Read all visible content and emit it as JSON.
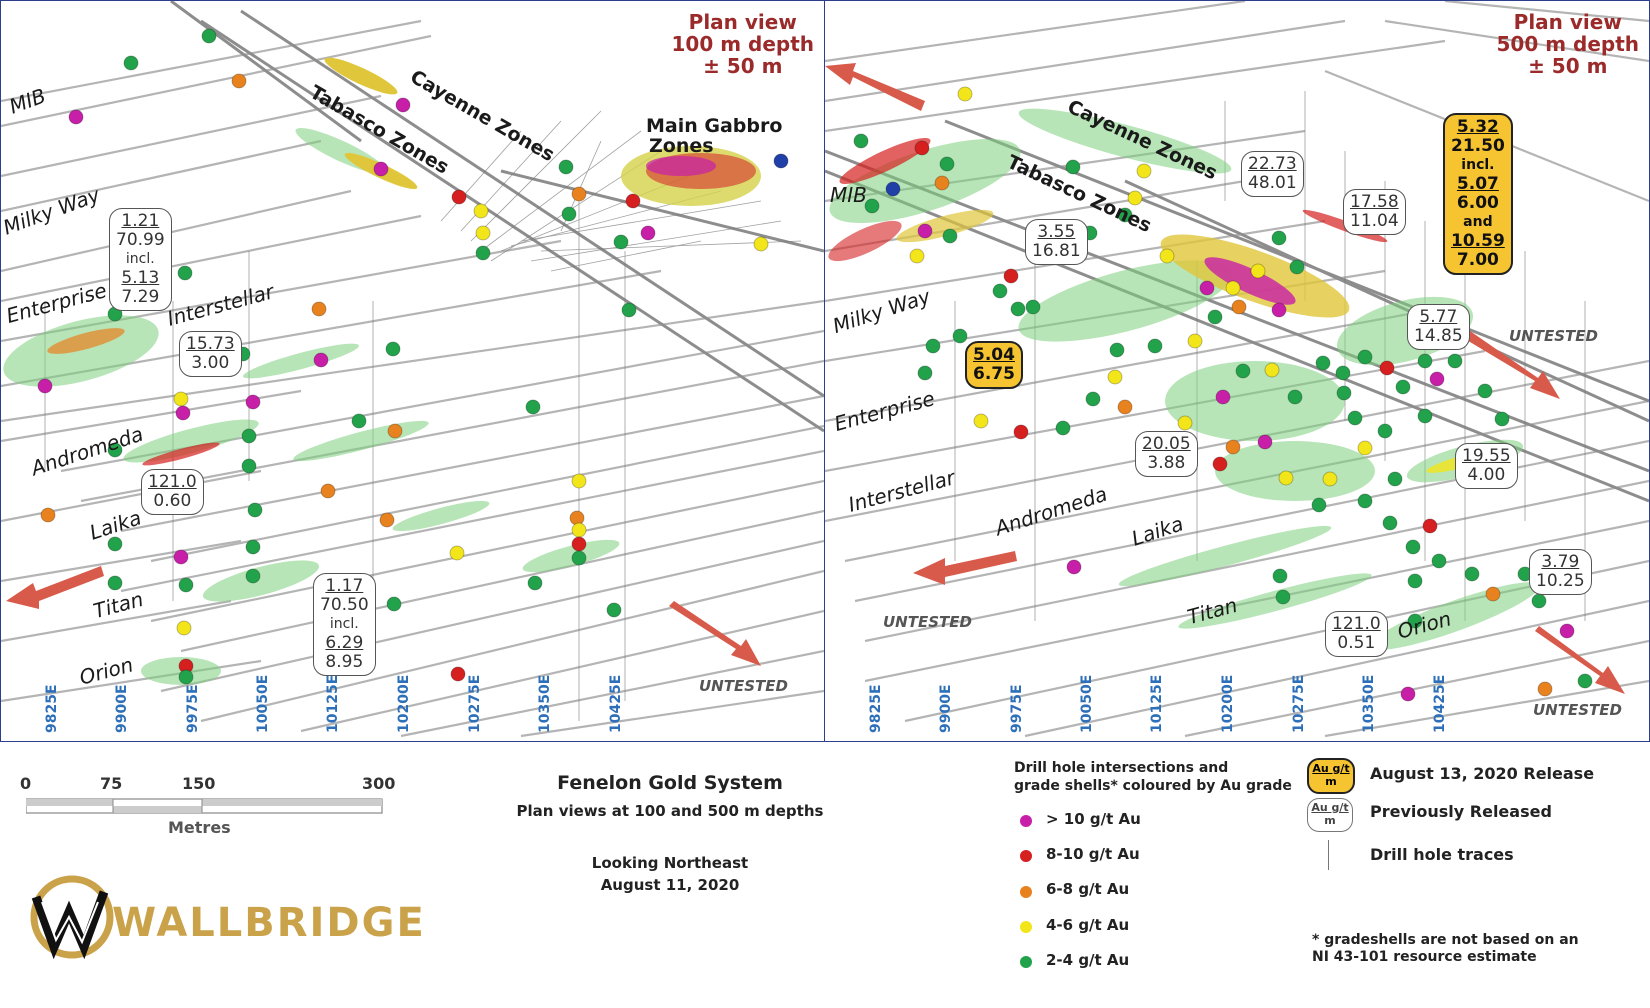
{
  "left_panel": {
    "title": [
      "Plan view",
      "100 m depth",
      "± 50 m"
    ],
    "zones": {
      "mib": "MIB",
      "milky_way": "Milky Way",
      "enterprise": "Enterprise",
      "interstellar": "Interstellar",
      "andromeda": "Andromeda",
      "laika": "Laika",
      "titan": "Titan",
      "orion": "Orion",
      "tabasco": "Tabasco Zones",
      "cayenne": "Cayenne Zones",
      "main_gabbro_1": "Main Gabbro",
      "main_gabbro_2": "Zones"
    },
    "untested": "UNTESTED",
    "eastings": [
      "9825E",
      "9900E",
      "9975E",
      "10050E",
      "10125E",
      "10200E",
      "10275E",
      "10350E",
      "10425E"
    ],
    "callouts": {
      "c1": [
        "1.21",
        "70.99",
        "incl.",
        "5.13",
        "7.29"
      ],
      "c2": [
        "15.73",
        "3.00"
      ],
      "c3": [
        "121.0",
        "0.60"
      ],
      "c4": [
        "1.17",
        "70.50",
        "incl.",
        "6.29",
        "8.95"
      ]
    }
  },
  "right_panel": {
    "title": [
      "Plan view",
      "500 m depth",
      "± 50 m"
    ],
    "zones": {
      "mib": "MIB",
      "milky_way": "Milky Way",
      "enterprise": "Enterprise",
      "interstellar": "Interstellar",
      "andromeda": "Andromeda",
      "laika": "Laika",
      "titan": "Titan",
      "orion": "Orion",
      "tabasco": "Tabasco Zones",
      "cayenne": "Cayenne Zones"
    },
    "untested": "UNTESTED",
    "eastings": [
      "9825E",
      "9900E",
      "9975E",
      "10050E",
      "10125E",
      "10200E",
      "10275E",
      "10350E",
      "10425E"
    ],
    "callouts": {
      "c1": [
        "3.55",
        "16.81"
      ],
      "c2": [
        "22.73",
        "48.01"
      ],
      "c3": [
        "17.58",
        "11.04"
      ],
      "c4": [
        "5.77",
        "14.85"
      ],
      "c5": [
        "20.05",
        "3.88"
      ],
      "c6": [
        "19.55",
        "4.00"
      ],
      "c7": [
        "121.0",
        "0.51"
      ],
      "c8": [
        "3.79",
        "10.25"
      ],
      "n1": [
        "5.04",
        "6.75"
      ],
      "n2": [
        "5.32",
        "21.50",
        "incl.",
        "5.07",
        "6.00",
        "and",
        "10.59",
        "7.00"
      ]
    }
  },
  "footer": {
    "scale": {
      "ticks": [
        "0",
        "75",
        "150",
        "300"
      ],
      "unit": "Metres"
    },
    "title": "Fenelon Gold  System",
    "subtitle": "Plan views at 100 and 500 m depths",
    "looking": "Looking Northeast",
    "date": "August 11, 2020",
    "legend_heading_1": "Drill hole intersections and",
    "legend_heading_2": "grade shells* coloured by Au grade",
    "legend_items": [
      {
        "label": "> 10 g/t Au",
        "color": "#c81fa8"
      },
      {
        "label": "8-10 g/t Au",
        "color": "#d62020"
      },
      {
        "label": "6-8 g/t Au",
        "color": "#e8821e"
      },
      {
        "label": "4-6 g/t Au",
        "color": "#f2e51a"
      },
      {
        "label": "2-4 g/t Au",
        "color": "#22a24a"
      }
    ],
    "release_new": "August 13, 2020 Release",
    "release_prev": "Previously Released",
    "traces": "Drill hole traces",
    "icon_text_top": "Au g/t",
    "icon_text_bottom": "m",
    "note_1": "* gradeshells are not based on an",
    "note_2": "NI 43-101 resource estimate",
    "logo": "WALLBRIDGE"
  }
}
